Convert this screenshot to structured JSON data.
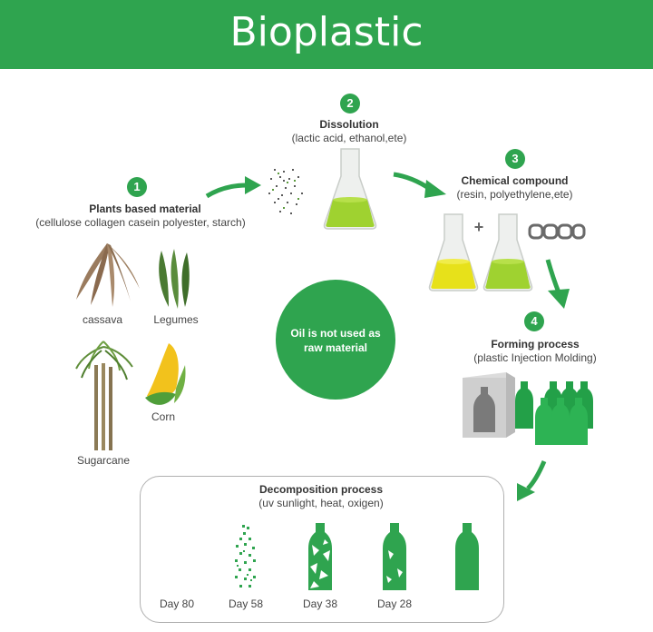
{
  "header": {
    "title": "Bioplastic"
  },
  "steps": [
    {
      "number": "1",
      "title": "Plants based material",
      "subtitle": "(cellulose collagen casein polyester, starch)"
    },
    {
      "number": "2",
      "title": "Dissolution",
      "subtitle": "(lactic acid, ethanol,ete)"
    },
    {
      "number": "3",
      "title": "Chemical compound",
      "subtitle": "(resin, polyethylene,ete)"
    },
    {
      "number": "4",
      "title": "Forming process",
      "subtitle": "(plastic Injection Molding)"
    }
  ],
  "plants": {
    "cassava": "cassava",
    "legumes": "Legumes",
    "sugarcane": "Sugarcane",
    "corn": "Corn"
  },
  "center": {
    "line1": "Oil is not used as",
    "line2": "raw material"
  },
  "plus": "+",
  "decomposition": {
    "title": "Decomposition process",
    "subtitle": "(uv sunlight, heat, oxigen)",
    "days": [
      "Day 80",
      "Day 58",
      "Day 38",
      "Day 28"
    ]
  },
  "colors": {
    "green": "#2fa44f",
    "yellow": "#e7e11a",
    "lime": "#9fd230"
  }
}
